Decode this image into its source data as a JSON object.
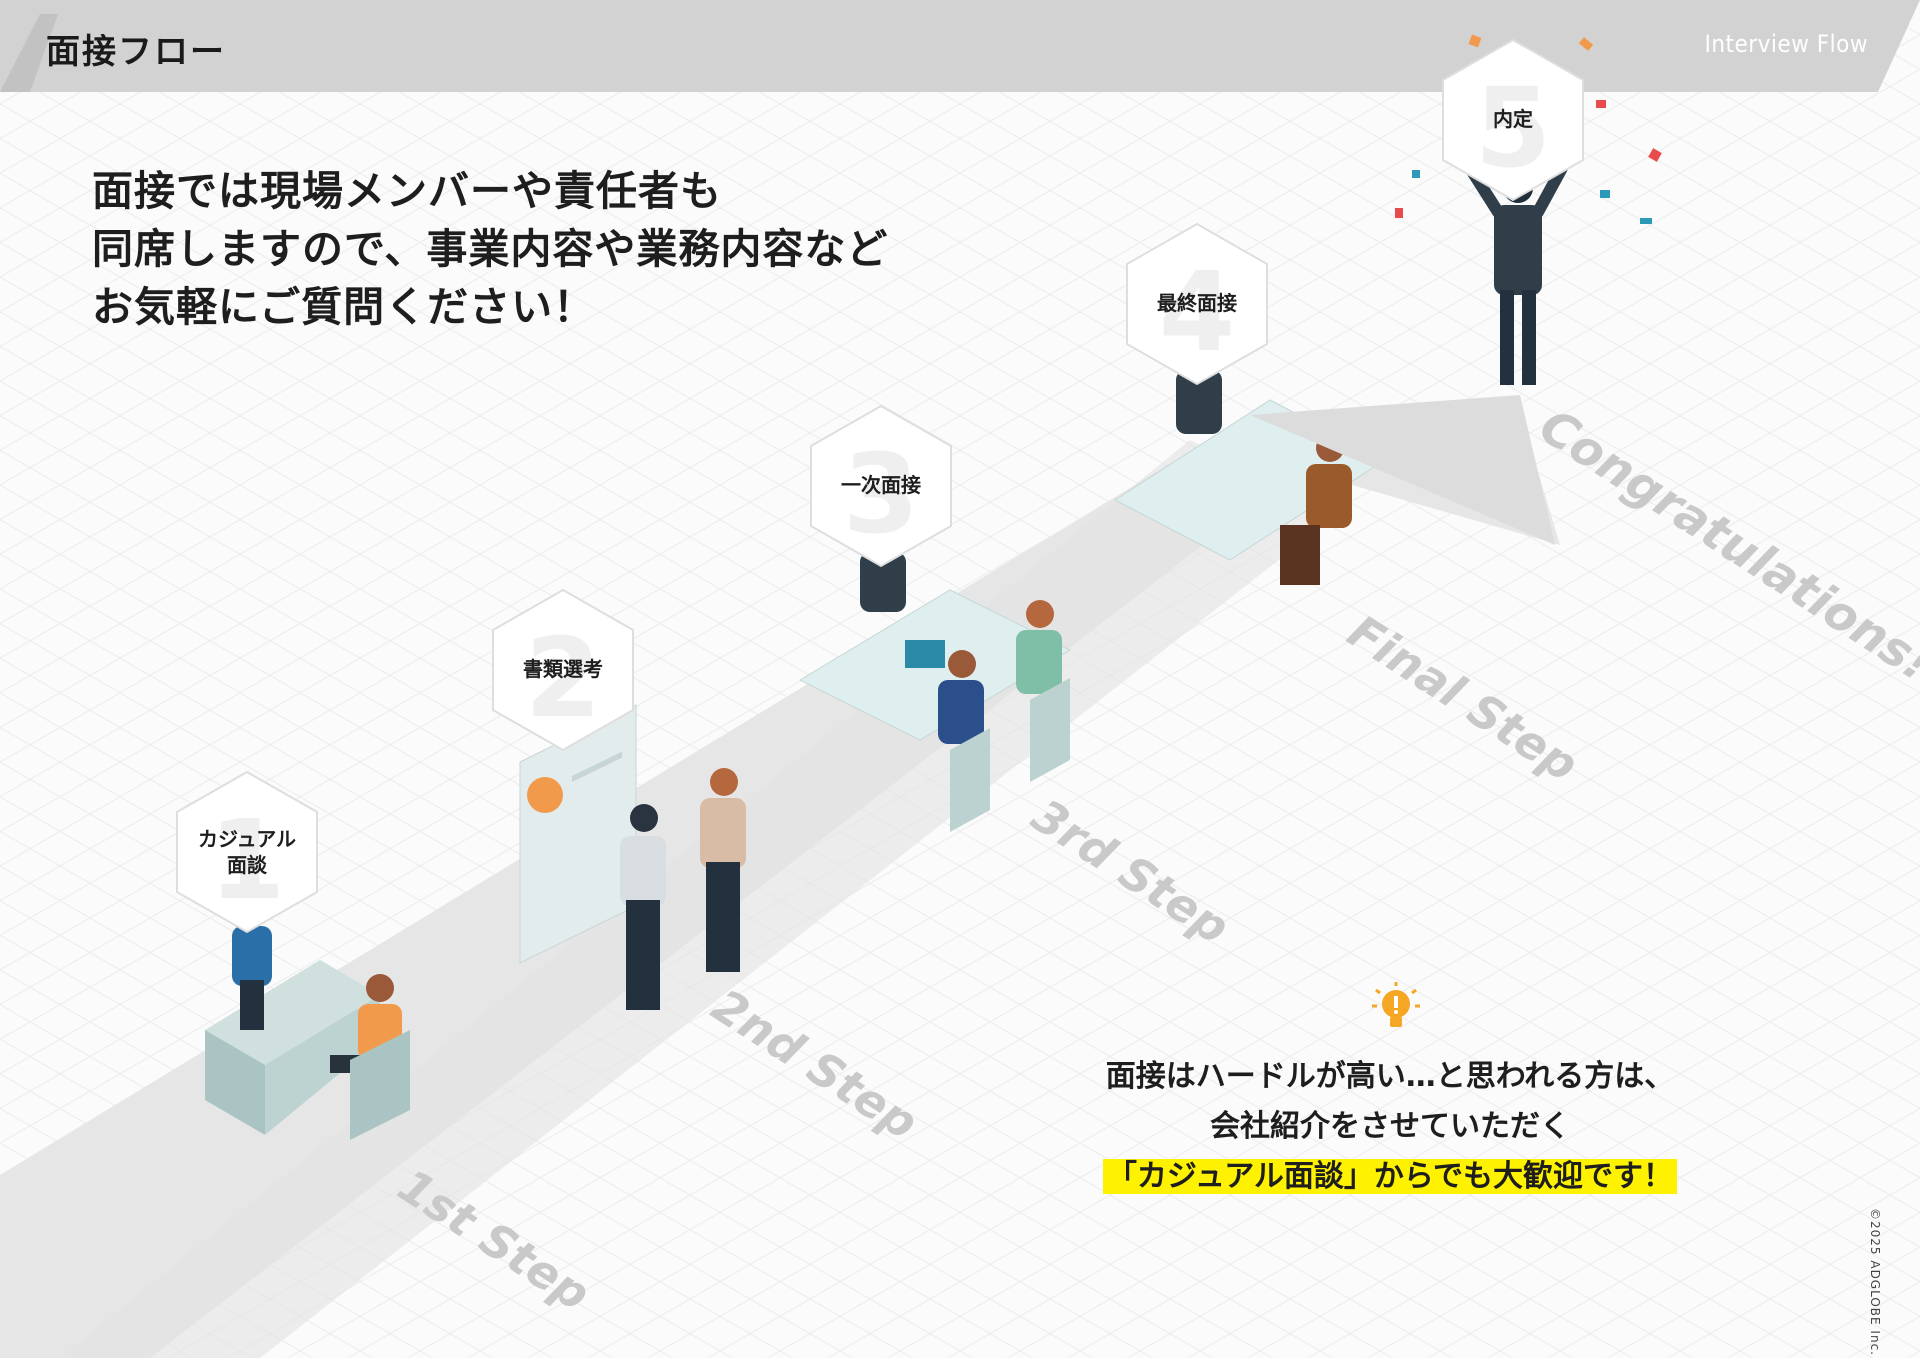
{
  "header": {
    "title": "面接フロー",
    "subtitle_en": "Interview Flow"
  },
  "intro": {
    "lines": [
      "面接では現場メンバーや責任者も",
      "同席しますので、事業内容や業務内容など",
      "お気軽にご質問ください！"
    ]
  },
  "steps": [
    {
      "number": "1",
      "name_lines": [
        "カジュアル",
        "面談"
      ],
      "path_label": "1st Step"
    },
    {
      "number": "2",
      "name_lines": [
        "書類選考"
      ],
      "path_label": "2nd Step"
    },
    {
      "number": "3",
      "name_lines": [
        "一次面接"
      ],
      "path_label": "3rd Step"
    },
    {
      "number": "4",
      "name_lines": [
        "最終面接"
      ],
      "path_label": "Final Step"
    },
    {
      "number": "5",
      "name_lines": [
        "内定"
      ],
      "path_label": "Congratulations!"
    }
  ],
  "note": {
    "line1": "面接はハードルが高い…と思われる方は、",
    "line2": "会社紹介をさせていただく",
    "line3": "「カジュアル面談」からでも大歓迎です！",
    "icon": "lightbulb-icon"
  },
  "copyright": "©2025 ADGLOBE Inc.",
  "colors": {
    "header_bg": "#d2d2d2",
    "path": "#e6e6e6",
    "step_label": "#c9c9c9",
    "highlight": "#fff200",
    "accent_orange": "#f5a623"
  }
}
